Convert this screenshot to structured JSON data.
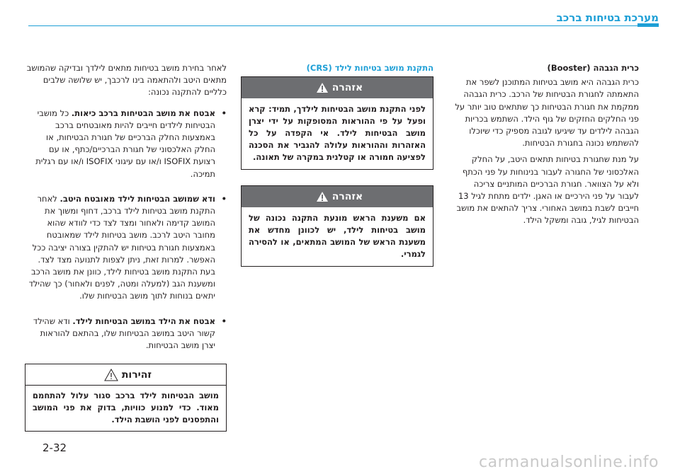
{
  "header": {
    "title": "מערכת בטיחות ברכב"
  },
  "right_col": {
    "title": "כרית הגבהה (Booster)",
    "p1": "כרית הגבהה היא מושב בטיחות המתוכנן לשפר את התאמתה לחגורת הבטיחות של הרכב. כרית הגבהה ממקמת את חגורת הבטיחות כך שתתאים טוב יותר על פני החלקים החזקים של גוף הילד. השתמש בכריות הגבהה לילדים עד שיגיעו לגובה מספיק כדי שיוכלו להשתמש נכונה בחגורת הבטיחות.",
    "p2": "על מנת שחגורת בטיחות תתאים היטב, על החלק האלכסוני של החגורה לעבור בנינוחות על פני הכתף ולא על הצוואר. חגורת הברכיים המותניים צריכה לעבור על פני הירכיים או האגן. ילדים מתחת לגיל 13 חייבים לשבת במושב האחורי. צריך להתאים את מושב הבטיחות לגיל, גובה ומשקל הילד."
  },
  "mid_col": {
    "title": "התקנת מושב בטיחות לילד (CRS)",
    "warning1": {
      "heading": "אזהרה",
      "text": "לפני התקנת מושב הבטיחות לילדך, תמיד: קרא ופעל על פי ההוראות המסופקות על ידי יצרן מושב הבטיחות לילד. אי הקפדה על כל האזהרות וההוראות עלולה להגביר את הסכנה לפציעה חמורה או קטלנית במקרה של תאונה."
    },
    "warning2": {
      "heading": "אזהרה",
      "text": "אם משענת הראש מונעת התקנה נכונה של מושב בטיחות לילד, יש לכוונן מחדש את משענת הראש של המושב המתאים, או להסירה לגמרי."
    }
  },
  "left_col": {
    "intro": "לאחר בחירת מושב בטיחות מתאים לילדך ובדיקה שהמושב מתאים היטב ולהתאמה בינו לרכבך, יש שלושה שלבים כלליים להתקנה נכונה:",
    "bullets": [
      {
        "bold": "אבטח את מושב הבטיחות ברכב כיאות.",
        "text": "כל מושבי הבטיחות לילדים חייבים להיות מאובטחים ברכב באמצעות החלק הברכיים של חגורת הבטיחות, או החלק האלכסוני של חגורת הברכיים/כתף, או עם רצועת ISOFIX ו/או עם עיגוני ISOFIX ו/או עם רגלית תמיכה."
      },
      {
        "bold": "ודא שמושב הבטיחות לילד מאובטח היטב.",
        "text": "לאחר התקנת מושב בטיחות לילד ברכב, דחוף ומשוך את המושב קדימה ולאחור ומצד לצד כדי לוודא שהוא מחובר היטב לרכב. מושב בטיחות לילד שמאובטח באמצעות חגורת בטיחות יש להתקין בצורה יציבה ככל האפשר. למרות זאת, ניתן לצפות לתנועה מצד לצד. בעת התקנת מושב בטיחות לילד, כוונן את מושב הרכב ומשענת הגב (למעלה ומטה, לפנים ולאחור) כך שהילד יתאים בנוחות לתוך מושב הבטיחות שלו."
      },
      {
        "bold": "אבטח את הילד במושב הבטיחות לילד.",
        "text": "ודא שהילד קשור היטב במושב הבטיחות שלו, בהתאם להוראות יצרן מושב הבטיחות."
      }
    ]
  },
  "caution": {
    "heading": "זהירות",
    "text": "מושב הבטיחות לילד ברכב סגור עלול להתחמם מאוד. כדי למנוע כוויות, בדוק את פני המושב והתפסנים לפני הושבת הילד."
  },
  "footer": {
    "page_number": "2-32",
    "watermark": "carmanualsonline.info"
  }
}
